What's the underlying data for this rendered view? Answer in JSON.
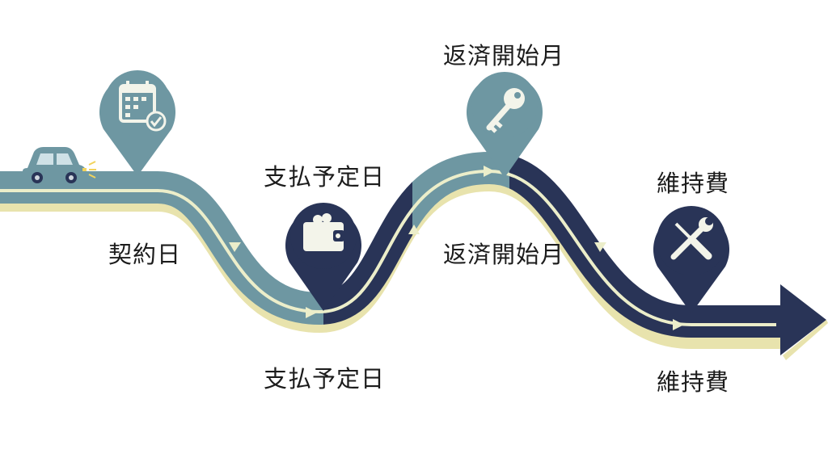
{
  "labels": {
    "contract_day": "契約日",
    "payment_due_top": "支払予定日",
    "payment_due_bottom": "支払予定日",
    "repayment_start_top": "返済開始月",
    "repayment_start_middle": "返済開始月",
    "maintenance_top": "維持費",
    "maintenance_bottom": "維持費"
  },
  "icons": {
    "calendar_pin": "calendar-check-icon",
    "wallet_pin": "wallet-icon",
    "key_pin": "key-icon",
    "tools_pin": "wrench-screwdriver-icon",
    "vehicle": "car-icon"
  },
  "colors": {
    "teal": "#6e97a2",
    "navy": "#293457",
    "cream": "#e8e3ad",
    "light_stripe": "#eceeca"
  }
}
